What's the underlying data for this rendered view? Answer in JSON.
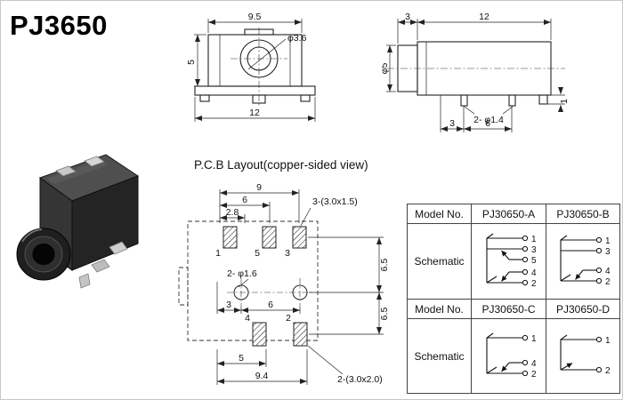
{
  "title": "PJ3650",
  "section_labels": {
    "pcb_layout": "P.C.B Layout(copper-sided view)"
  },
  "front_view": {
    "dim_top_width": "9.5",
    "dim_height": "5",
    "dim_hole_dia": "φ3.6",
    "dim_bottom_width": "12"
  },
  "side_view": {
    "dim_collar": "3",
    "dim_body_length": "12",
    "dim_diameter": "φ5",
    "pin_note": "2- φ1.4",
    "dim_pin_offset": "3",
    "dim_pin_pitch": "6",
    "dim_pin_tab": "1"
  },
  "pcb_layout": {
    "dim_top_9": "9",
    "dim_top_6": "6",
    "dim_top_28": "2.8",
    "top_pad_note": "3-(3.0x1.5)",
    "top_pad_labels": [
      "1",
      "5",
      "3"
    ],
    "hole_note": "2- φ1.6",
    "dim_mid_3": "3",
    "dim_mid_6": "6",
    "dim_right_upper": "6.5",
    "dim_right_lower": "6.5",
    "bottom_pad_labels": [
      "4",
      "2"
    ],
    "bottom_pad_note": "2-(3.0x2.0)",
    "dim_bottom_5": "5",
    "dim_bottom_94": "9.4"
  },
  "table": {
    "row1": {
      "label": "Model No.",
      "col1": "PJ30650-A",
      "col2": "PJ30650-B"
    },
    "row2_label": "Schematic",
    "row3": {
      "label": "Model No.",
      "col1": "PJ30650-C",
      "col2": "PJ30650-D"
    },
    "row4_label": "Schematic",
    "pins_a": [
      "1",
      "3",
      "5",
      "4",
      "2"
    ],
    "pins_b": [
      "1",
      "3",
      "4",
      "2"
    ],
    "pins_c": [
      "1",
      "4",
      "2"
    ],
    "pins_d": [
      "1",
      "2"
    ]
  }
}
